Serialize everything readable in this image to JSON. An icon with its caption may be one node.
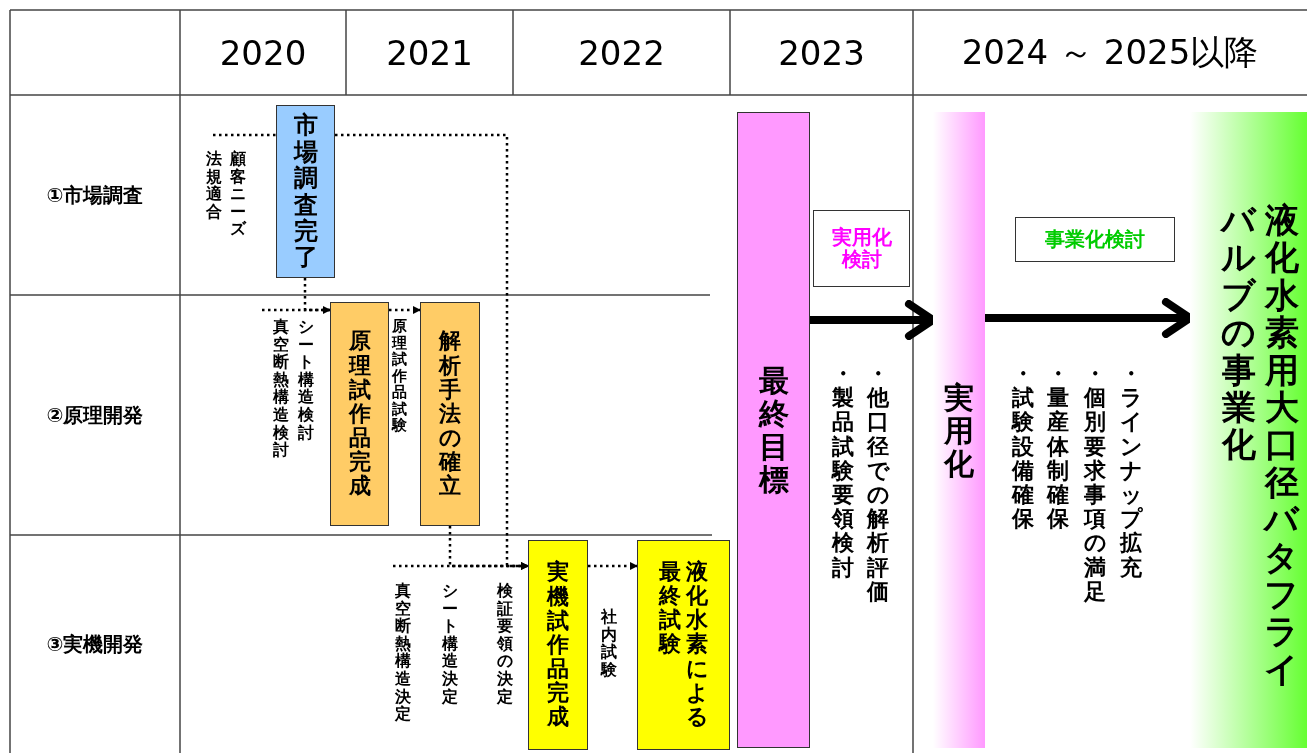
{
  "diagram": {
    "nodes": [
      {
        "text": [
          "市場調査完了"
        ]
      },
      {
        "text": [
          "原理試作品完成"
        ]
      },
      {
        "text": [
          "解析手法の確立"
        ]
      },
      {
        "text": [
          "実機試作品完成"
        ]
      },
      {
        "text": [
          "液化水素による最終試験"
        ]
      },
      {
        "text": [
          "最終目標"
        ]
      },
      {
        "text": [
          "実用化検討"
        ]
      },
      {
        "text": [
          "実用化"
        ]
      },
      {
        "text": [
          "事業化検討"
        ]
      },
      {
        "text": [
          "液化水素用大口径バタフライバルブの事業化"
        ]
      }
    ],
    "edges": [
      {
        "from": null,
        "to": 0,
        "arrow": "none",
        "style": "dashed"
      },
      {
        "from": 0,
        "to": 1,
        "arrow": "to",
        "style": "dashed"
      },
      {
        "from": 0,
        "to": 3,
        "arrow": "to",
        "style": "dashed"
      },
      {
        "from": null,
        "to": 1,
        "arrow": "none",
        "style": "dashed"
      },
      {
        "from": 1,
        "to": 2,
        "arrow": "to",
        "style": "dashed"
      },
      {
        "from": null,
        "to": 3,
        "arrow": "none",
        "style": "dashed"
      },
      {
        "from": 2,
        "to": 3,
        "arrow": "to",
        "style": "dashed"
      },
      {
        "from": 3,
        "to": 4,
        "arrow": "to",
        "style": "dashed"
      },
      {
        "from": 5,
        "to": 7,
        "arrow": "to",
        "style": "thick"
      },
      {
        "from": 7,
        "to": 9,
        "arrow": "to",
        "style": "thick"
      }
    ],
    "labels": [
      "2020",
      "2021",
      "2022",
      "2023",
      "2024 ～ 2025以降",
      "①市場調査",
      "②原理開発",
      "③実機開発",
      "顧客ニーズ",
      "法規適合",
      "シート構造検討",
      "真空断熱構造検討",
      "原理試作品試験",
      "検証要領の決定",
      "シート構造決定",
      "真空断熱構造決定",
      "社内試験",
      "・他口径での解析評価",
      "・製品試験要領検討",
      "・ラインナップ拡充",
      "・個別要求事項の満足",
      "・量産体制確保",
      "・試験設備確保"
    ]
  }
}
